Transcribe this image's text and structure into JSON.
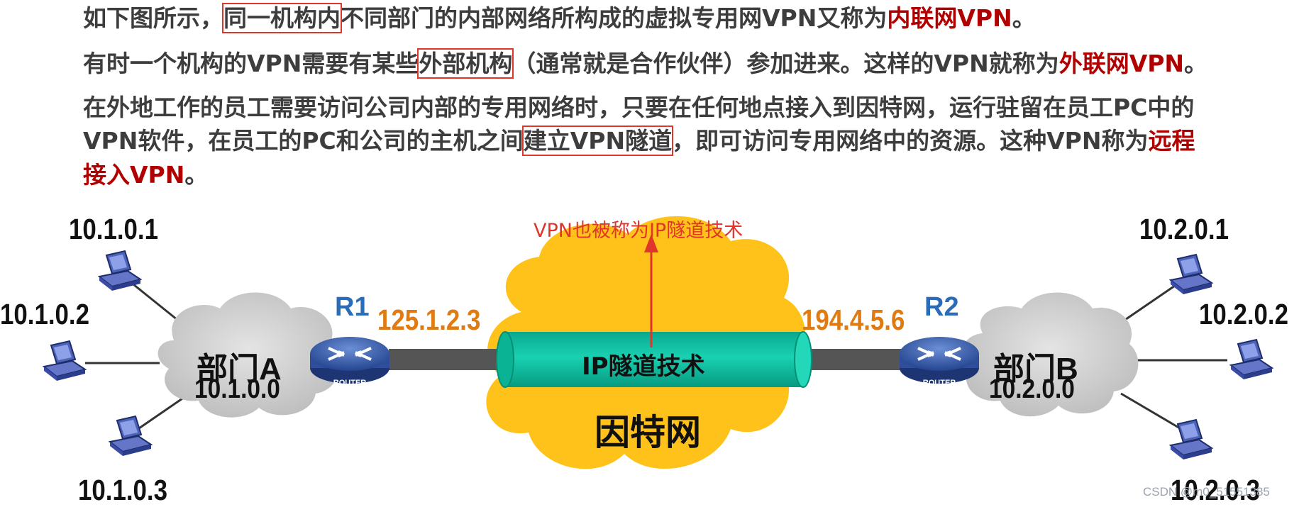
{
  "text": {
    "line1": {
      "pre": "如下图所示，",
      "boxed": "同一机构内",
      "mid": "不同部门的内部网络所构成的虚拟专用网VPN又称为",
      "red": "内联网VPN",
      "post": "。"
    },
    "line2": {
      "pre": "有时一个机构的VPN需要有某些",
      "boxed": "外部机构",
      "mid": "（通常就是合作伙伴）参加进来。这样的VPN就称为",
      "red": "外联网VPN",
      "post": "。"
    },
    "line3": {
      "a": "在外地工作的员工需要访问公司内部的专用网络时，只要在任何地点接入到因特网，运行驻留在员工PC中的",
      "b_pre": "VPN软件，在员工的PC和公司的主机之间",
      "b_boxed": "建立VPN隧道",
      "b_mid": "，即可访问专用网络中的资源。这种VPN称为",
      "b_red": "远程",
      "c_red": "接入VPN",
      "c_post": "。"
    }
  },
  "diagram": {
    "left_hosts": [
      "10.1.0.1",
      "10.1.0.2",
      "10.1.0.3"
    ],
    "right_hosts": [
      "10.2.0.1",
      "10.2.0.2",
      "10.2.0.3"
    ],
    "dept_a": {
      "name": "部门A",
      "net": "10.1.0.0"
    },
    "dept_b": {
      "name": "部门B",
      "net": "10.2.0.0"
    },
    "r1": {
      "name": "R1",
      "ip": "125.1.2.3"
    },
    "r2": {
      "name": "R2",
      "ip": "194.4.5.6"
    },
    "router_label": "ROUTER",
    "tunnel_label": "IP隧道技术",
    "internet_label": "因特网",
    "annotation": "VPN也被称为IP隧道技术"
  },
  "watermark": "CSDN @m0_51551385",
  "colors": {
    "body_text": "#3d3d3d",
    "emphasis_red": "#b00000",
    "box_outline": "#e0352b",
    "ip_orange": "#e07b12",
    "router_blue": "#2a6cb8",
    "tunnel_teal": "#0fc3a3",
    "internet_yellow": "#ffc21a",
    "dept_cloud_gray": "#cfcfcf"
  },
  "icons": [
    "pc-icon",
    "router-icon",
    "cloud-shape",
    "arrow-up-icon"
  ]
}
